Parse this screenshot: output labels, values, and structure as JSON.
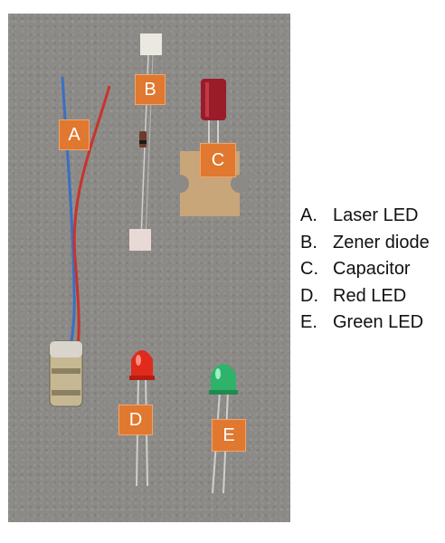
{
  "photo": {
    "labels": {
      "a": "A",
      "b": "B",
      "c": "C",
      "d": "D",
      "e": "E"
    }
  },
  "legend": {
    "items": [
      {
        "letter": "A.",
        "text": "Laser LED"
      },
      {
        "letter": "B.",
        "text": "Zener diode"
      },
      {
        "letter": "C.",
        "text": "Capacitor"
      },
      {
        "letter": "D.",
        "text": "Red LED"
      },
      {
        "letter": "E.",
        "text": "Green LED"
      }
    ]
  },
  "colors": {
    "tag": "#e0782f",
    "background": "#8c8a86",
    "wire_red": "#c8332c",
    "wire_blue": "#3a6fc4",
    "capacitor": "#9a1c2a",
    "red_led": "#e02a1c",
    "green_led": "#2fb36a",
    "card": "#c9a57a"
  }
}
